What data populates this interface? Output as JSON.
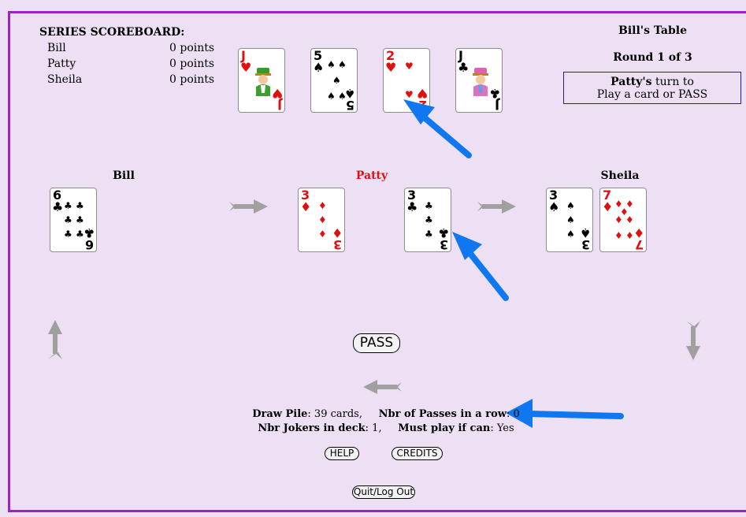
{
  "scoreboard": {
    "title": "SERIES SCOREBOARD:",
    "players": [
      {
        "name": "Bill",
        "points": "0 points"
      },
      {
        "name": "Patty",
        "points": "0 points"
      },
      {
        "name": "Sheila",
        "points": "0 points"
      }
    ]
  },
  "table": {
    "name": "Bill's Table",
    "round": "Round 1 of 3",
    "turn_player": "Patty's",
    "turn_text": " turn to",
    "turn_action": "Play a card or PASS"
  },
  "top_cards": [
    {
      "rank": "J",
      "suit": "♥",
      "color": "red",
      "face": "green"
    },
    {
      "rank": "5",
      "suit": "♠",
      "color": "black"
    },
    {
      "rank": "2",
      "suit": "♥",
      "color": "red"
    },
    {
      "rank": "J",
      "suit": "♣",
      "color": "black",
      "face": "pink"
    }
  ],
  "players": {
    "bill": {
      "name": "Bill",
      "cards": [
        {
          "rank": "6",
          "suit": "♣",
          "color": "black"
        }
      ]
    },
    "patty": {
      "name": "Patty",
      "cards": [
        {
          "rank": "3",
          "suit": "♦",
          "color": "red"
        },
        {
          "rank": "3",
          "suit": "♣",
          "color": "black"
        }
      ]
    },
    "sheila": {
      "name": "Sheila",
      "cards": [
        {
          "rank": "3",
          "suit": "♠",
          "color": "black"
        },
        {
          "rank": "7",
          "suit": "♦",
          "color": "red"
        }
      ]
    }
  },
  "colors": {
    "active_player": "#e01010",
    "frame": "#9b21c9",
    "background": "#ede0f5",
    "pointer": "#0f78f0",
    "arrow_gray": "#a0a0a0"
  },
  "buttons": {
    "pass": "PASS",
    "help": "HELP",
    "credits": "CREDITS",
    "quit": "Quit/Log Out"
  },
  "info": {
    "draw_pile_label": "Draw Pile",
    "draw_pile_value": ": 39 cards,",
    "passes_label": "Nbr of Passes in a row",
    "passes_value": ": 0",
    "jokers_label": "Nbr Jokers in deck",
    "jokers_value": ": 1,",
    "must_play_label": "Must play if can",
    "must_play_value": ": Yes"
  }
}
